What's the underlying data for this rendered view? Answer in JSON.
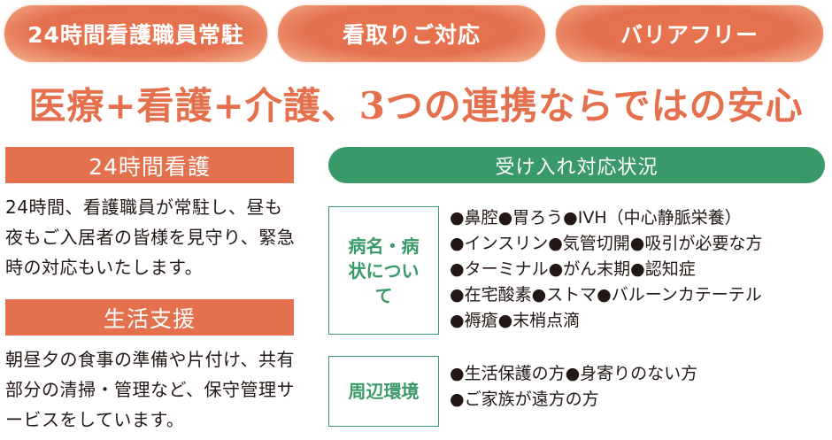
{
  "tags": [
    "24時間看護職員常駐",
    "看取りご対応",
    "バリアフリー"
  ],
  "headline": "医療+看護+介護、3つの連携ならではの安心",
  "sections": [
    {
      "title": "24時間看護",
      "text": "24時間、看護職員が常駐し、昼も夜もご入居者の皆様を見守り、緊急時の対応もいたします。"
    },
    {
      "title": "生活支援",
      "text": "朝昼夕の食事の準備や片付け、共有部分の清掃・管理など、保守管理サービスをしています。"
    }
  ],
  "acceptance": {
    "title": "受け入れ対応状況",
    "groups": [
      {
        "label": "病名・病状について",
        "lines": [
          "●鼻腔●胃ろう●IVH（中心静脈栄養）",
          "●インスリン●気管切開●吸引が必要な方",
          "●ターミナル●がん末期●認知症",
          "●在宅酸素●ストマ●バルーンカテーテル",
          "●褥瘡●末梢点滴"
        ]
      },
      {
        "label": "周辺環境",
        "lines": [
          "●生活保護の方●身寄りのない方",
          "●ご家族が遠方の方"
        ]
      }
    ]
  },
  "colors": {
    "accent_orange": "#e4704d",
    "accent_green": "#3a9969",
    "text": "#231815"
  }
}
